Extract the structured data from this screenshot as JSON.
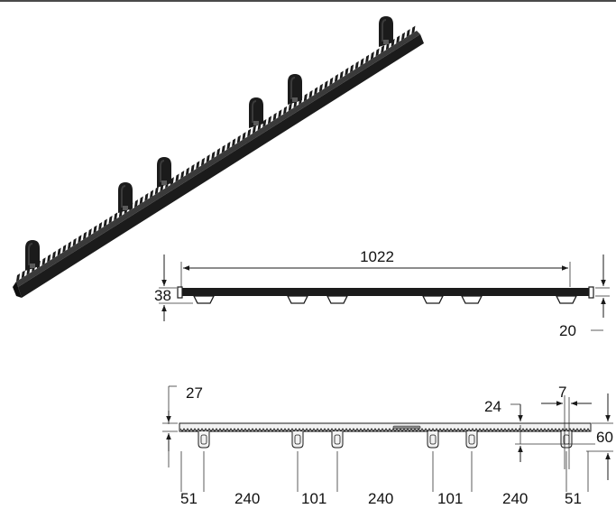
{
  "colors": {
    "rack": "#1b1b1b",
    "rack_highlight": "#3a3a3a",
    "drawing_fill": "#f2f2f2",
    "line": "#1a1a1a"
  },
  "side_view": {
    "overall_length": "1022",
    "height": "38",
    "tooth_height": "20"
  },
  "bottom_view": {
    "thickness": "27",
    "slot_depth": "24",
    "slot_width": "7",
    "width": "60",
    "spacings": [
      "51",
      "240",
      "101",
      "240",
      "101",
      "240",
      "51"
    ]
  }
}
